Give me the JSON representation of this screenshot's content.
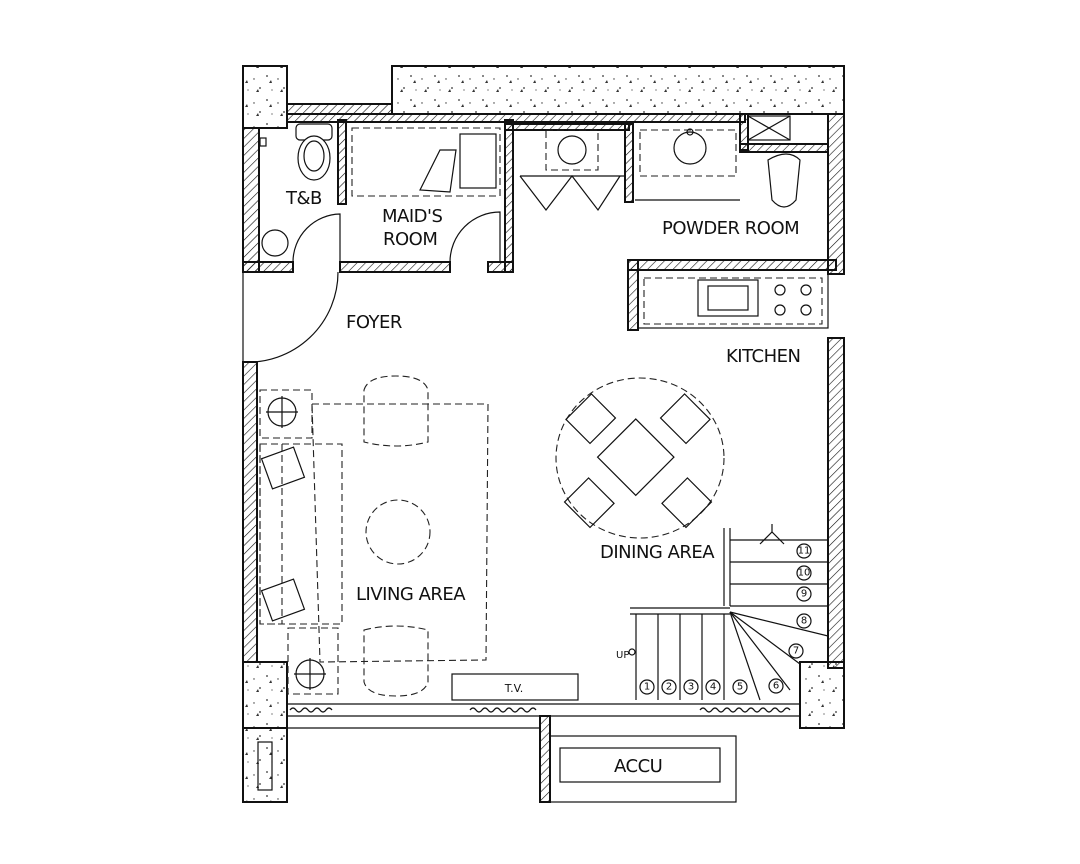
{
  "rooms": {
    "tb": "T&B",
    "maids_room": [
      "MAID'S",
      "ROOM"
    ],
    "powder_room": "POWDER ROOM",
    "foyer": "FOYER",
    "kitchen": "KITCHEN",
    "living_area": "LIVING AREA",
    "dining_area": "DINING AREA",
    "accu": "ACCU"
  },
  "furniture": {
    "tv": "T.V."
  },
  "stairs": {
    "direction": "UP",
    "steps": [
      "1",
      "2",
      "3",
      "4",
      "5",
      "6",
      "7",
      "8",
      "9",
      "10",
      "11"
    ]
  }
}
